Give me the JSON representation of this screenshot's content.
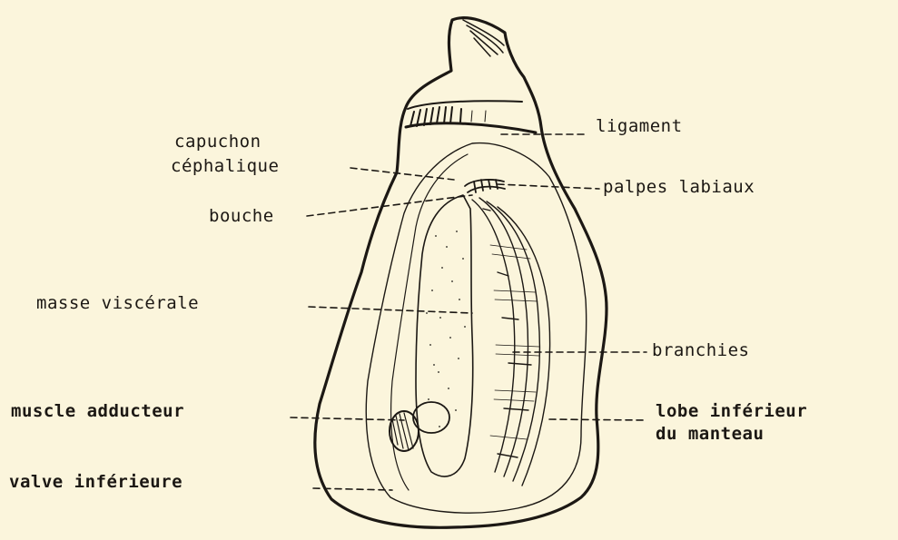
{
  "labels": {
    "ligament": "ligament",
    "capuchon_1": "capuchon",
    "capuchon_2": "céphalique",
    "palpes": "palpes labiaux",
    "bouche": "bouche",
    "masse": "masse viscérale",
    "branchies": "branchies",
    "muscle": "muscle adducteur",
    "lobe_1": "lobe inférieur",
    "lobe_2": "du manteau",
    "valve": "valve inférieure"
  },
  "colors": {
    "paper": "#fbf5dc",
    "ink": "#1c1814"
  }
}
